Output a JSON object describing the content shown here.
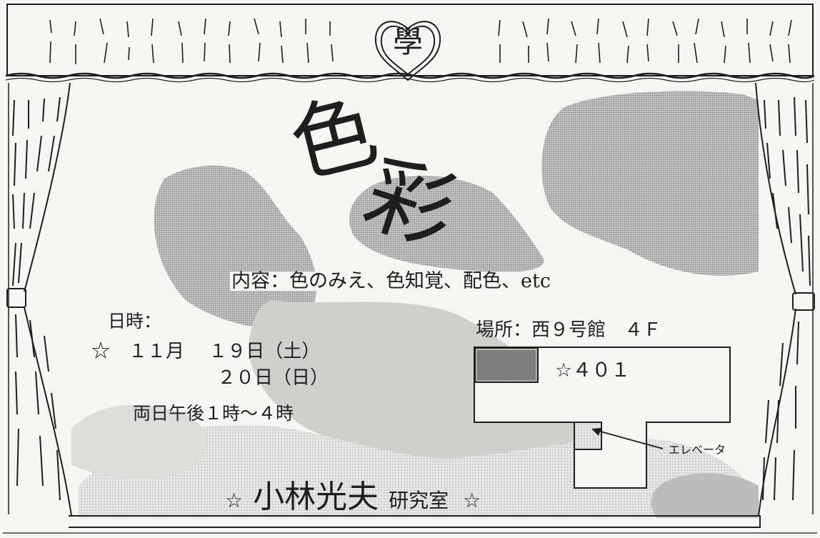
{
  "title": {
    "line1": "色",
    "line2": "彩"
  },
  "contents": "内容：色のみえ、色知覚、配色、etc",
  "datetime": {
    "label": "日時：",
    "row1": "☆　１１月　 １９日（土）",
    "row2": "２０日（日）",
    "hours": "両日午後１時～４時"
  },
  "place": {
    "label": "場所：西９号館　４Ｆ",
    "room": "☆４０１",
    "elevator_label": "エレベータ"
  },
  "lab": {
    "star": "☆",
    "name": "小林光夫",
    "room": "研究室"
  },
  "emblem": {
    "text": "學"
  },
  "colors": {
    "paper": "#f6f5f1",
    "ink": "#1e1e1e",
    "shade_dark": "#9c9c9c",
    "shade_mid": "#c4c4c4",
    "shade_light": "#dedede",
    "room_fill": "#6b6b6b"
  }
}
